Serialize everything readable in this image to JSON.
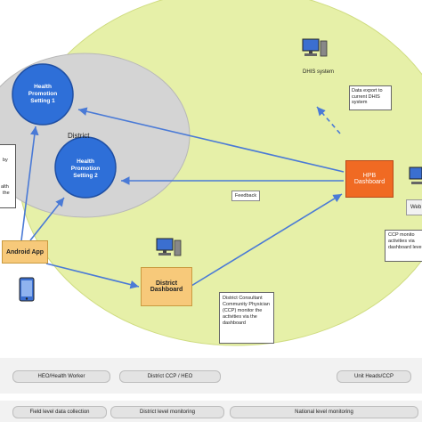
{
  "colors": {
    "big_ellipse": "#e6f0a8",
    "district_ellipse": "#d4d4d4",
    "setting_circle": "#2e6fd8",
    "arrow": "#4a7ad6",
    "android_box": "#f7c97a",
    "hpb_box": "#f06a23",
    "panel": "#f2f2f2"
  },
  "nodes": {
    "setting1": "Health Promotion Setting 1",
    "setting2": "Health Promotion Setting 2",
    "district": "District",
    "android": "Android App",
    "district_dashboard": "District Dashboard",
    "hpb_dashboard": "HPB Dashboard",
    "dhis": "DHIS system",
    "web": "Web"
  },
  "notes": {
    "data_export": "Data export to current DHIS system",
    "feedback": "Feedback",
    "ccp_district": "District Consultant Community Physician (CCP) monitor the activities via the dashboard",
    "ccp_right": "CCP monito activities via dashboard level",
    "left_partial_1": "by",
    "left_partial_2": "alth",
    "left_partial_3": "the"
  },
  "roles": {
    "heo": "HEO/Health Worker",
    "ccp_heo": "District CCP / HEO",
    "unit": "Unit Heads/CCP"
  },
  "levels": {
    "field": "Field level data collection",
    "district": "District level monitoring",
    "national": "National level monitoring"
  },
  "icons": [
    "computer-icon",
    "phone-icon"
  ]
}
